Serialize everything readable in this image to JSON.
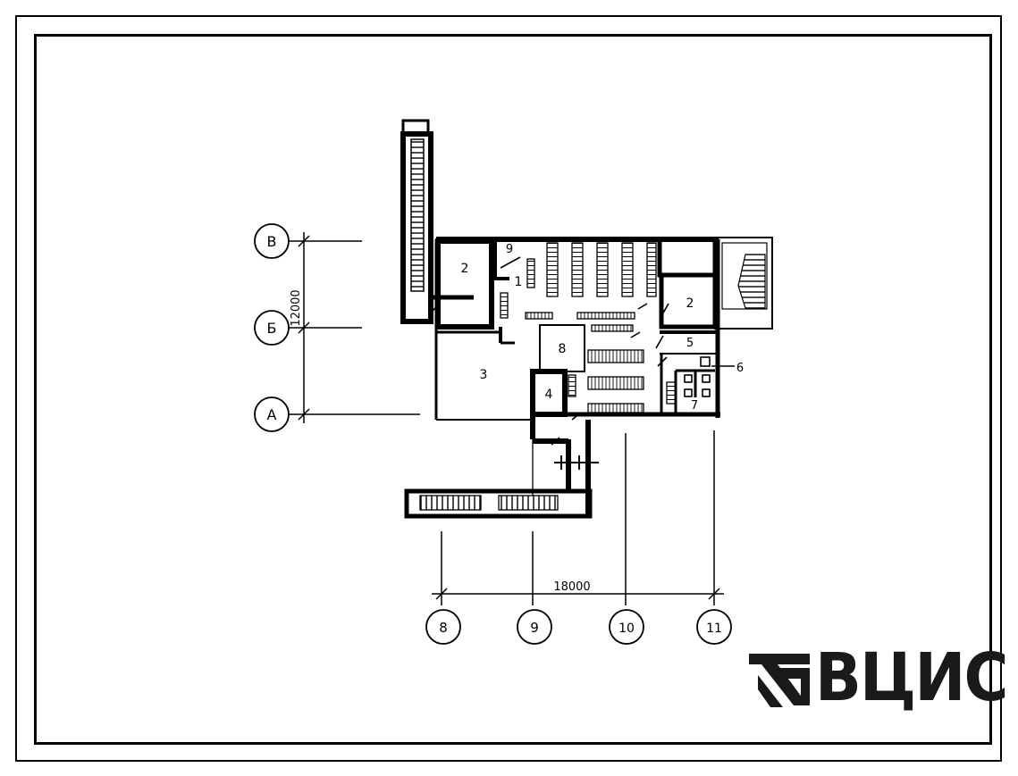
{
  "plan": {
    "row_axes": [
      "В",
      "Б",
      "А"
    ],
    "col_axes": [
      "8",
      "9",
      "10",
      "11"
    ],
    "dim_width": "18000",
    "dim_height": "12000",
    "rooms": {
      "r1": "1",
      "r2a": "2",
      "r2b": "2",
      "r3": "3",
      "r4": "4",
      "r5": "5",
      "r6": "6",
      "r7": "7",
      "r8": "8",
      "r9": "9"
    }
  },
  "logo": {
    "text": "ВЦИС"
  },
  "colors": {
    "ink": "#000000",
    "logo": "#1a1a1a"
  }
}
